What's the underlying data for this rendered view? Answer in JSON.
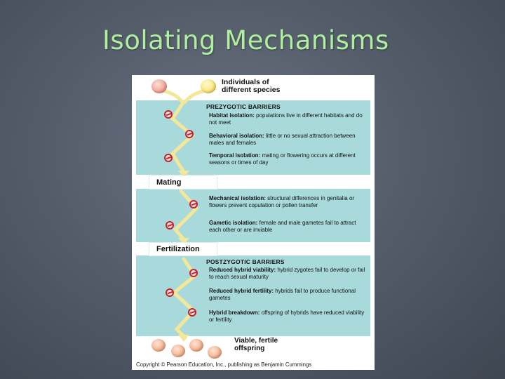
{
  "slide": {
    "title": "Isolating Mechanisms"
  },
  "diagram": {
    "top_label_line1": "Individuals of",
    "top_label_line2": "different species",
    "prezygotic_header": "PREZYGOTIC BARRIERS",
    "postzygotic_header": "POSTZYGOTIC BARRIERS",
    "stage_mating": "Mating",
    "stage_fertilization": "Fertilization",
    "barriers": {
      "habitat": {
        "name": "Habitat isolation:",
        "desc": "populations live in different habitats and do not meet"
      },
      "behavioral": {
        "name": "Behavioral isolation:",
        "desc": "little or no sexual attraction between males and females"
      },
      "temporal": {
        "name": "Temporal isolation:",
        "desc": "mating or flowering occurs at different seasons or times of day"
      },
      "mechanical": {
        "name": "Mechanical isolation:",
        "desc": "structural differences in genitalia or flowers prevent copulation or pollen transfer"
      },
      "gametic": {
        "name": "Gametic isolation:",
        "desc": "female and male gametes fail to attract each other or are inviable"
      },
      "hybrid_viability": {
        "name": "Reduced hybrid viability:",
        "desc": "hybrid zygotes fail to develop or fail to reach sexual maturity"
      },
      "hybrid_fertility": {
        "name": "Reduced hybrid fertility:",
        "desc": "hybrids fail to produce functional gametes"
      },
      "hybrid_breakdown": {
        "name": "Hybrid breakdown:",
        "desc": "offspring of hybrids have reduced viability or fertility"
      }
    },
    "bottom_label_line1": "Viable, fertile",
    "bottom_label_line2": "offspring",
    "copyright": "Copyright © Pearson Education, Inc., publishing as Benjamin Cummings"
  },
  "colors": {
    "title": "#aef0a0",
    "band": "#a8dadb",
    "stop_sign": "#c7202a",
    "arrow": "#f3e79a"
  }
}
